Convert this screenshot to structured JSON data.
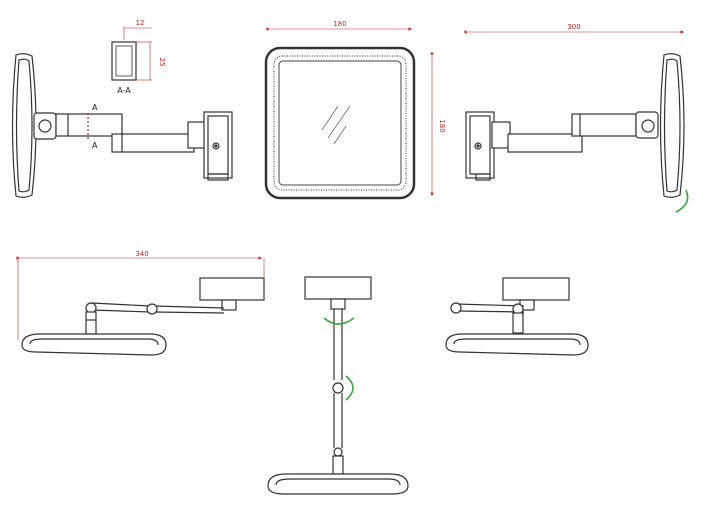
{
  "dimensions": {
    "section_width": "12",
    "section_height": "25",
    "mirror_width": "180",
    "mirror_height": "180",
    "side_extension": "300",
    "top_extension": "340"
  },
  "section": {
    "label": "A-A",
    "marker_top": "A",
    "marker_bottom": "A"
  },
  "colors": {
    "dimension": "#cc2222",
    "rotation": "#3aa63a",
    "line": "#333333"
  }
}
